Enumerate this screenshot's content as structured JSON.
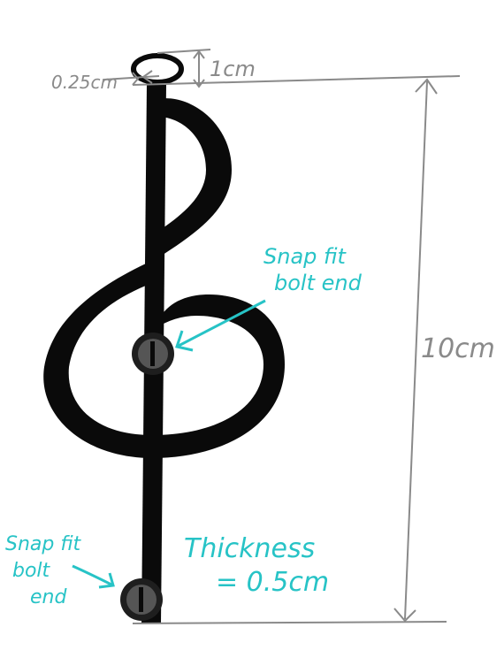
{
  "annotations": {
    "ring_width": "0.25cm",
    "ring_height": "1cm",
    "total_height": "10cm",
    "snap_fit_middle": [
      "Snap fit",
      "bolt end"
    ],
    "snap_fit_bottom": [
      "Snap fit",
      "bolt",
      "end"
    ],
    "thickness": [
      "Thickness",
      "= 0.5cm"
    ]
  },
  "colors": {
    "ink": "#0a0a0a",
    "dimension": "#8a8a8a",
    "note": "#27c3c6",
    "bolt": "#555555"
  }
}
